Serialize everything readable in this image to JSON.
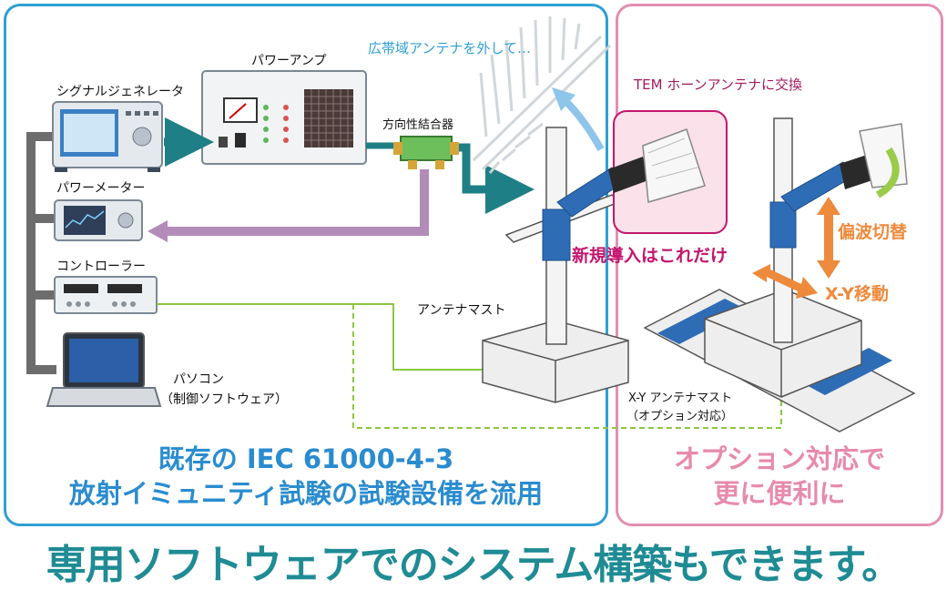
{
  "labels": {
    "signal_generator": "シグナルジェネレータ",
    "power_amp": "パワーアンプ",
    "directional_coupler": "方向性結合器",
    "power_meter": "パワーメーター",
    "controller": "コントローラー",
    "pc_line1": "パソコン",
    "pc_line2": "（制御ソフトウェア）",
    "antenna_mast": "アンテナマスト",
    "xy_mast_line1": "X-Y アンテナマスト",
    "xy_mast_line2": "（オプション対応）",
    "wideband_antenna": "広帯域アンテナを外して…",
    "tem_horn": "TEM ホーンアンテナに交換"
  },
  "callouts": {
    "new_only": "新規導入はこれだけ",
    "polarization": "偏波切替",
    "xy_move": "X-Y移動"
  },
  "captions": {
    "left_line1": "既存の IEC 61000-4-3",
    "left_line2": "放射イミュニティ試験の試験設備を流用",
    "right_line1": "オプション対応で",
    "right_line2": "更に便利に"
  },
  "banner": "専用ソフトウェアでのシステム構築もできます。",
  "colors": {
    "left_frame": "#2f9fd4",
    "right_frame": "#e38fb2",
    "rf_path": "#1f7f86",
    "feedback_path": "#b38bb8",
    "control_line": "#8cc63f",
    "callout_magenta": "#c4166d",
    "callout_orange": "#ee8a3c",
    "banner": "#1f8b94"
  }
}
